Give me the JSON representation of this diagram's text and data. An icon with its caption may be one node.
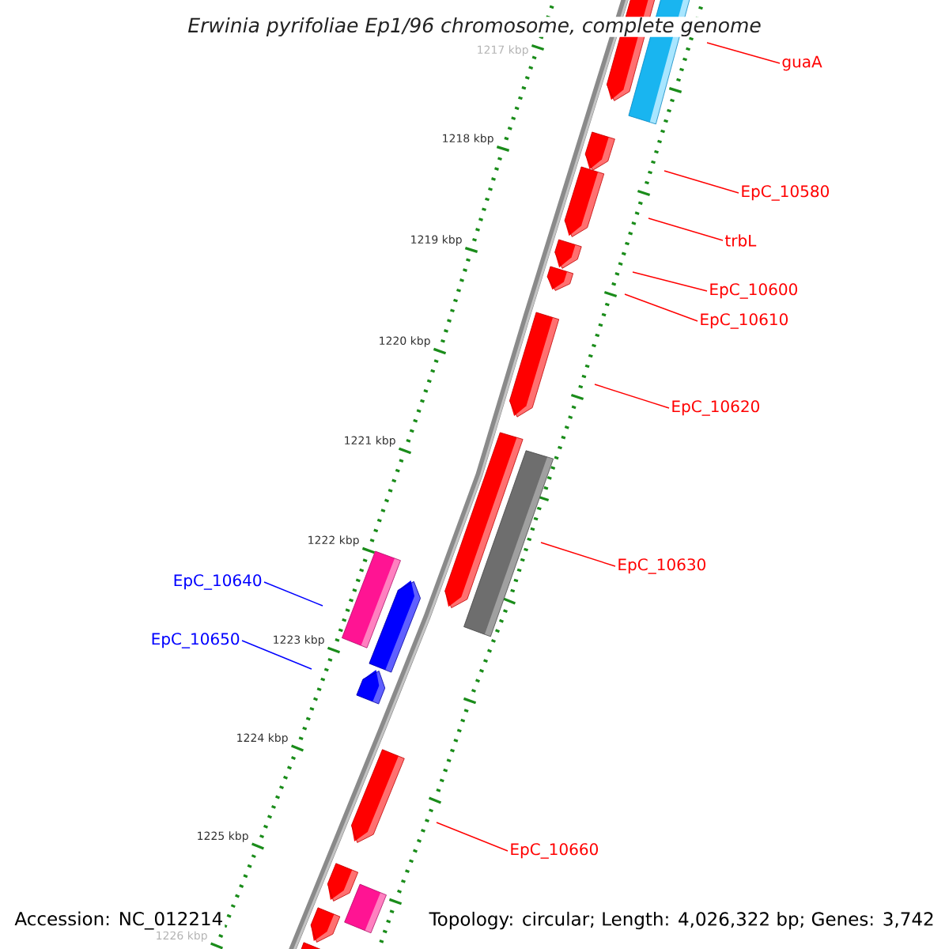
{
  "diagram": {
    "title": "Erwinia pyrifoliae Ep1/96 chromosome, complete genome",
    "nodes": [
      {
        "text": [
          "guaA"
        ]
      },
      {
        "text": [
          "EpC_10580"
        ]
      },
      {
        "text": [
          "trbL"
        ]
      },
      {
        "text": [
          "EpC_10600"
        ]
      },
      {
        "text": [
          "EpC_10610"
        ]
      },
      {
        "text": [
          "EpC_10620"
        ]
      },
      {
        "text": [
          "EpC_10630"
        ]
      },
      {
        "text": [
          "EpC_10640"
        ]
      },
      {
        "text": [
          "EpC_10650"
        ]
      },
      {
        "text": [
          "EpC_10660"
        ]
      }
    ],
    "edges": [
      {
        "from": 0,
        "to": null,
        "arrow": "none"
      },
      {
        "from": 1,
        "to": null,
        "arrow": "none"
      },
      {
        "from": 2,
        "to": null,
        "arrow": "none"
      },
      {
        "from": 3,
        "to": null,
        "arrow": "none"
      },
      {
        "from": 4,
        "to": null,
        "arrow": "none"
      },
      {
        "from": 5,
        "to": null,
        "arrow": "none"
      },
      {
        "from": 6,
        "to": null,
        "arrow": "none"
      },
      {
        "from": 7,
        "to": null,
        "arrow": "none",
        "color": "#0000ff"
      },
      {
        "from": 8,
        "to": null,
        "arrow": "none",
        "color": "#0000ff"
      },
      {
        "from": 9,
        "to": null,
        "arrow": "none"
      }
    ],
    "labels": [
      "1217 kbp",
      "1218 kbp",
      "1219 kbp",
      "1220 kbp",
      "1221 kbp",
      "1222 kbp",
      "1223 kbp",
      "1224 kbp",
      "1225 kbp",
      "1226 kbp",
      "Accession: NC_012214",
      "Topology: circular; Length: 4,026,322 bp; Genes: 3,742"
    ]
  }
}
